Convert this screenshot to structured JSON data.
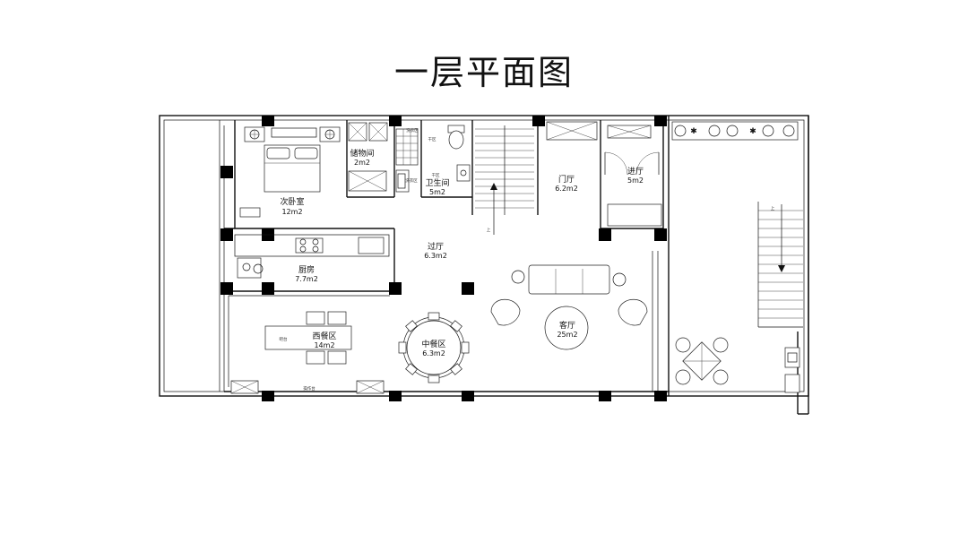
{
  "title": "一层平面图",
  "rooms": [
    {
      "id": "second-bedroom",
      "name": "次卧室",
      "area": "12m2"
    },
    {
      "id": "storage",
      "name": "储物间",
      "area": "2m2"
    },
    {
      "id": "bathroom",
      "name": "卫生间",
      "area": "5m2"
    },
    {
      "id": "door-hall",
      "name": "门厅",
      "area": "6.2m2"
    },
    {
      "id": "entry",
      "name": "进厅",
      "area": "5m2"
    },
    {
      "id": "corridor",
      "name": "过厅",
      "area": "6.3m2"
    },
    {
      "id": "kitchen",
      "name": "厨房",
      "area": "7.7m2"
    },
    {
      "id": "living-room",
      "name": "客厅",
      "area": "25m2"
    },
    {
      "id": "western-dining",
      "name": "西餐区",
      "area": "14m2"
    },
    {
      "id": "chinese-dining",
      "name": "中餐区",
      "area": "6.3m2"
    }
  ],
  "notes": {
    "dry_zone": "干区",
    "laundry": "洗衣区",
    "bar": "吧台",
    "counter": "操作台",
    "stair_up_1": "上",
    "stair_up_2": "上"
  },
  "colors": {
    "line": "#111111",
    "background": "#ffffff"
  }
}
